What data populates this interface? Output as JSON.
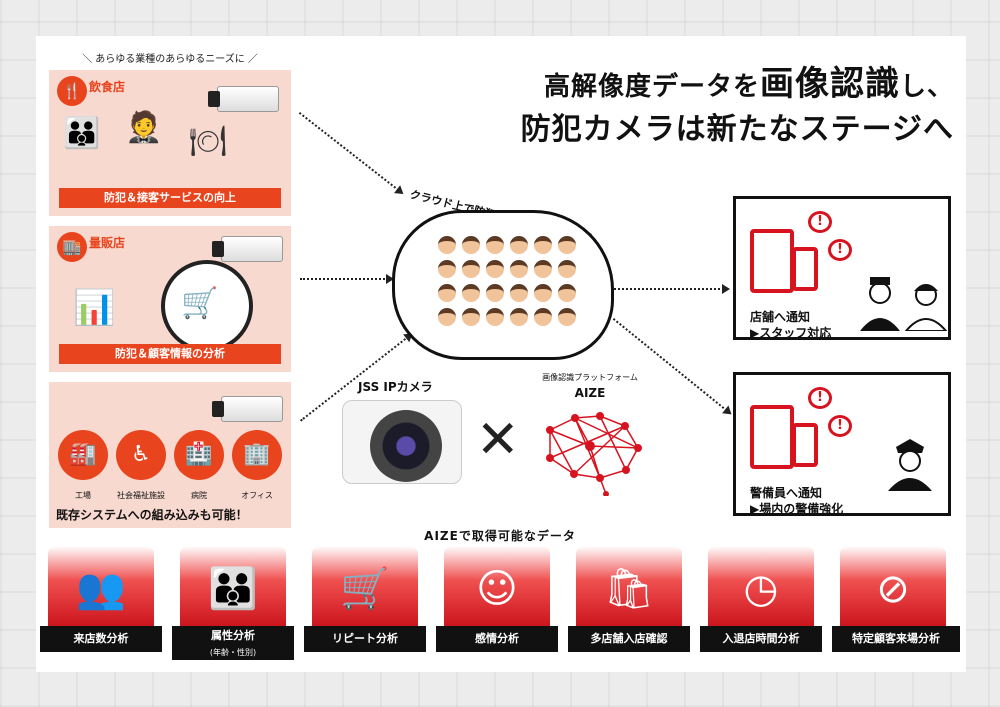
{
  "tagline": "あらゆる業種のあらゆるニーズに",
  "headline": {
    "line1_pre": "高解像度データを",
    "line1_big": "画像認識",
    "line1_post": "し、",
    "line2": "防犯カメラは新たなステージへ"
  },
  "panels": [
    {
      "label": "飲食店",
      "icon": "restaurant-icon",
      "caption": "防犯＆接客サービスの向上"
    },
    {
      "label": "量販店",
      "icon": "store-icon",
      "caption": "防犯＆顧客情報の分析"
    },
    {
      "facilities": [
        "工場",
        "社会福祉施設",
        "病院",
        "オフィス"
      ],
      "note": "既存システムへの組み込みも可能！"
    }
  ],
  "cloud": {
    "caption": "クラウド上で防犯カメラの画像を解析"
  },
  "camera": {
    "label": "JSS IPカメラ"
  },
  "aize": {
    "sub": "画像認識プラットフォーム",
    "name": "AIZE"
  },
  "notifications": [
    {
      "line1": "店舗へ通知",
      "line2": "▶スタッフ対応"
    },
    {
      "line1": "警備員へ通知",
      "line2": "▶場内の警備強化"
    }
  ],
  "data_section_title": "AIZEで取得可能なデータ",
  "data_tiles": [
    {
      "label": "来店数分析",
      "icon": "people-count-icon",
      "glyph": "👥"
    },
    {
      "label": "属性分析",
      "sublabel": "(年齢・性別)",
      "icon": "attribute-icon",
      "glyph": "👪"
    },
    {
      "label": "リピート分析",
      "icon": "repeat-cart-icon",
      "glyph": "🛒"
    },
    {
      "label": "感情分析",
      "icon": "emotion-icon",
      "glyph": "☺"
    },
    {
      "label": "多店舗入店確認",
      "icon": "shopper-icon",
      "glyph": "🛍"
    },
    {
      "label": "入退店時間分析",
      "icon": "clock-icon",
      "glyph": "◷"
    },
    {
      "label": "特定顧客来場分析",
      "icon": "specific-customer-icon",
      "glyph": "⊘"
    }
  ],
  "colors": {
    "accent": "#e8451f",
    "red": "#d7131f",
    "panel_bg": "#f8d9cf"
  }
}
